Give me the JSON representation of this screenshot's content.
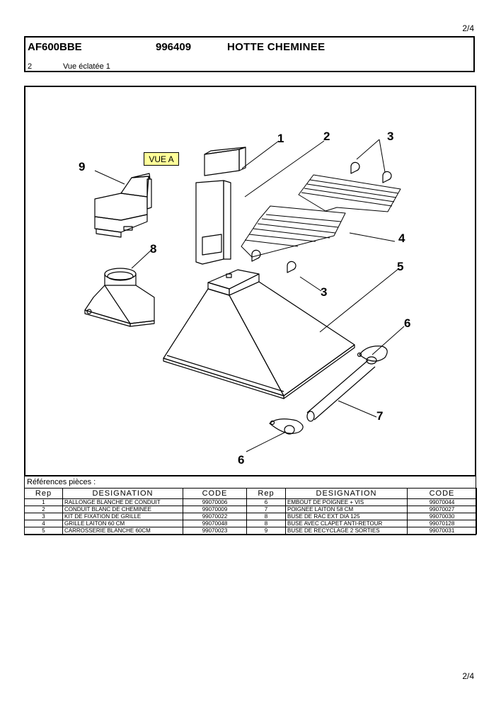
{
  "page": {
    "number_top": "2/4",
    "number_bottom": "2/4"
  },
  "header": {
    "model": "AF600BBE",
    "code": "996409",
    "title": "HOTTE CHEMINEE",
    "section_number": "2",
    "section_name": "Vue éclatée 1"
  },
  "diagram": {
    "callouts": [
      "1",
      "2",
      "3",
      "9",
      "4",
      "8",
      "5",
      "3",
      "6",
      "7",
      "6"
    ],
    "vue_label": "VUE A"
  },
  "references": {
    "title": "Références pièces  :",
    "headers": [
      "Rep",
      "DESIGNATION",
      "CODE",
      "Rep",
      "DESIGNATION",
      "CODE"
    ],
    "rows": [
      [
        "1",
        "RALLONGE BLANCHE DE CONDUIT",
        "99070006",
        "6",
        "EMBOUT DE POIGNEE + VIS",
        "99070044"
      ],
      [
        "2",
        "CONDUIT BLANC DE CHEMINEE",
        "99070009",
        "7",
        "POIGNEE LAITON 58 CM",
        "99070027"
      ],
      [
        "3",
        "KIT DE FIXATION DE GRILLE",
        "99070022",
        "8",
        "BUSE DE RAC EXT DIA 125",
        "99070030"
      ],
      [
        "4",
        "GRILLE LAITON 60 CM",
        "99070048",
        "8",
        "BUSE AVEC CLAPET ANTI-RETOUR",
        "99070128"
      ],
      [
        "5",
        "CARROSSERIE BLANCHE 60CM",
        "99070023",
        "9",
        "BUSE DE RECYCLAGE 2 SORTIES",
        "99070031"
      ]
    ]
  }
}
